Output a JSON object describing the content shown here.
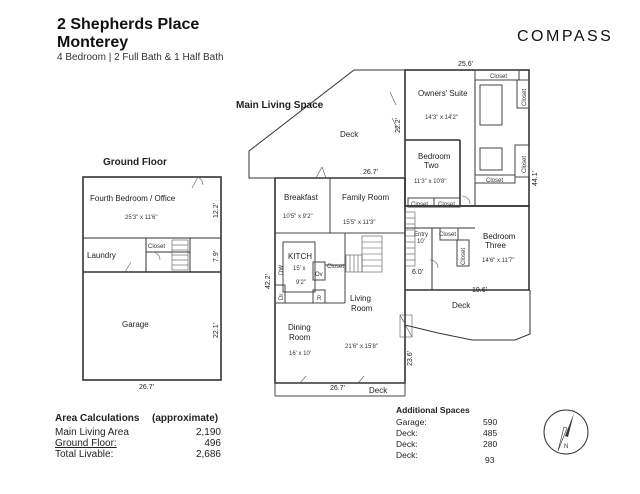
{
  "header": {
    "address_line1": "2 Shepherds Place",
    "address_line2": "Monterey",
    "summary": "4 Bedroom  |  2 Full Bath & 1 Half Bath",
    "brand": "COMPASS"
  },
  "floor_labels": {
    "main": "Main Living Space",
    "ground": "Ground Floor"
  },
  "ground_floor": {
    "fourth_bedroom": "Fourth Bedroom / Office",
    "fourth_bedroom_size": "25'3\" x 11'6\"",
    "laundry": "Laundry",
    "closet": "Closet",
    "garage": "Garage",
    "dim_width": "26.7'",
    "dim_right_top": "12.2'",
    "dim_right_mid": "7.9'",
    "dim_right_garage": "22.1'"
  },
  "main_floor": {
    "deck_top": "Deck",
    "deck_right": "Deck",
    "deck_bottom": "Deck",
    "owners_suite": "Owners' Suite",
    "owners_suite_size": "14'3\" x 14'2\"",
    "bedroom_two_line1": "Bedroom",
    "bedroom_two_line2": "Two",
    "bedroom_two_size": "11'3\" x 10'8\"",
    "bedroom_three_line1": "Bedroom",
    "bedroom_three_line2": "Three",
    "bedroom_three_size": "14'6\" x 11'7\"",
    "breakfast": "Breakfast",
    "breakfast_size": "10'5\" x 9'2\"",
    "family_room": "Family Room",
    "family_room_size": "15'5\" x 11'3\"",
    "kitchen": "KITCH",
    "kitchen_size_a": "15' x",
    "kitchen_size_b": "9'2\"",
    "living_line1": "Living",
    "living_line2": "Room",
    "living_size": "21'6\" x 15'8\"",
    "dining_line1": "Dining",
    "dining_line2": "Room",
    "dining_size": "16' x 10'",
    "entry": "Entry",
    "entry_size": "10'",
    "closet": "Closet",
    "dw": "DW",
    "dr": "Dr",
    "ov": "Ov",
    "r": "R",
    "dim_top": "25.6'",
    "dim_owners_left": "22.2'",
    "dim_owners_right": "44.1'",
    "dim_family_top": "26.7'",
    "dim_left": "42.2'",
    "dim_entry": "6.0'",
    "dim_bedroom3_bottom": "19.6'",
    "dim_living_right": "23.6'",
    "dim_bottom": "26.7'"
  },
  "area": {
    "heading": "Area Calculations",
    "heading_note": "(approximate)",
    "rows": [
      {
        "label": "Main Living Area",
        "value": "2,190"
      },
      {
        "label": "Ground Floor:",
        "value": "496"
      },
      {
        "label": "Total Livable:",
        "value": "2,686"
      }
    ]
  },
  "additional": {
    "heading": "Additional Spaces",
    "rows": [
      {
        "label": "Garage:",
        "value": "590"
      },
      {
        "label": "Deck:",
        "value": "485"
      },
      {
        "label": "Deck:",
        "value": "280"
      },
      {
        "label": "Deck:",
        "value": "93"
      }
    ]
  },
  "compass": {
    "north": "N"
  }
}
